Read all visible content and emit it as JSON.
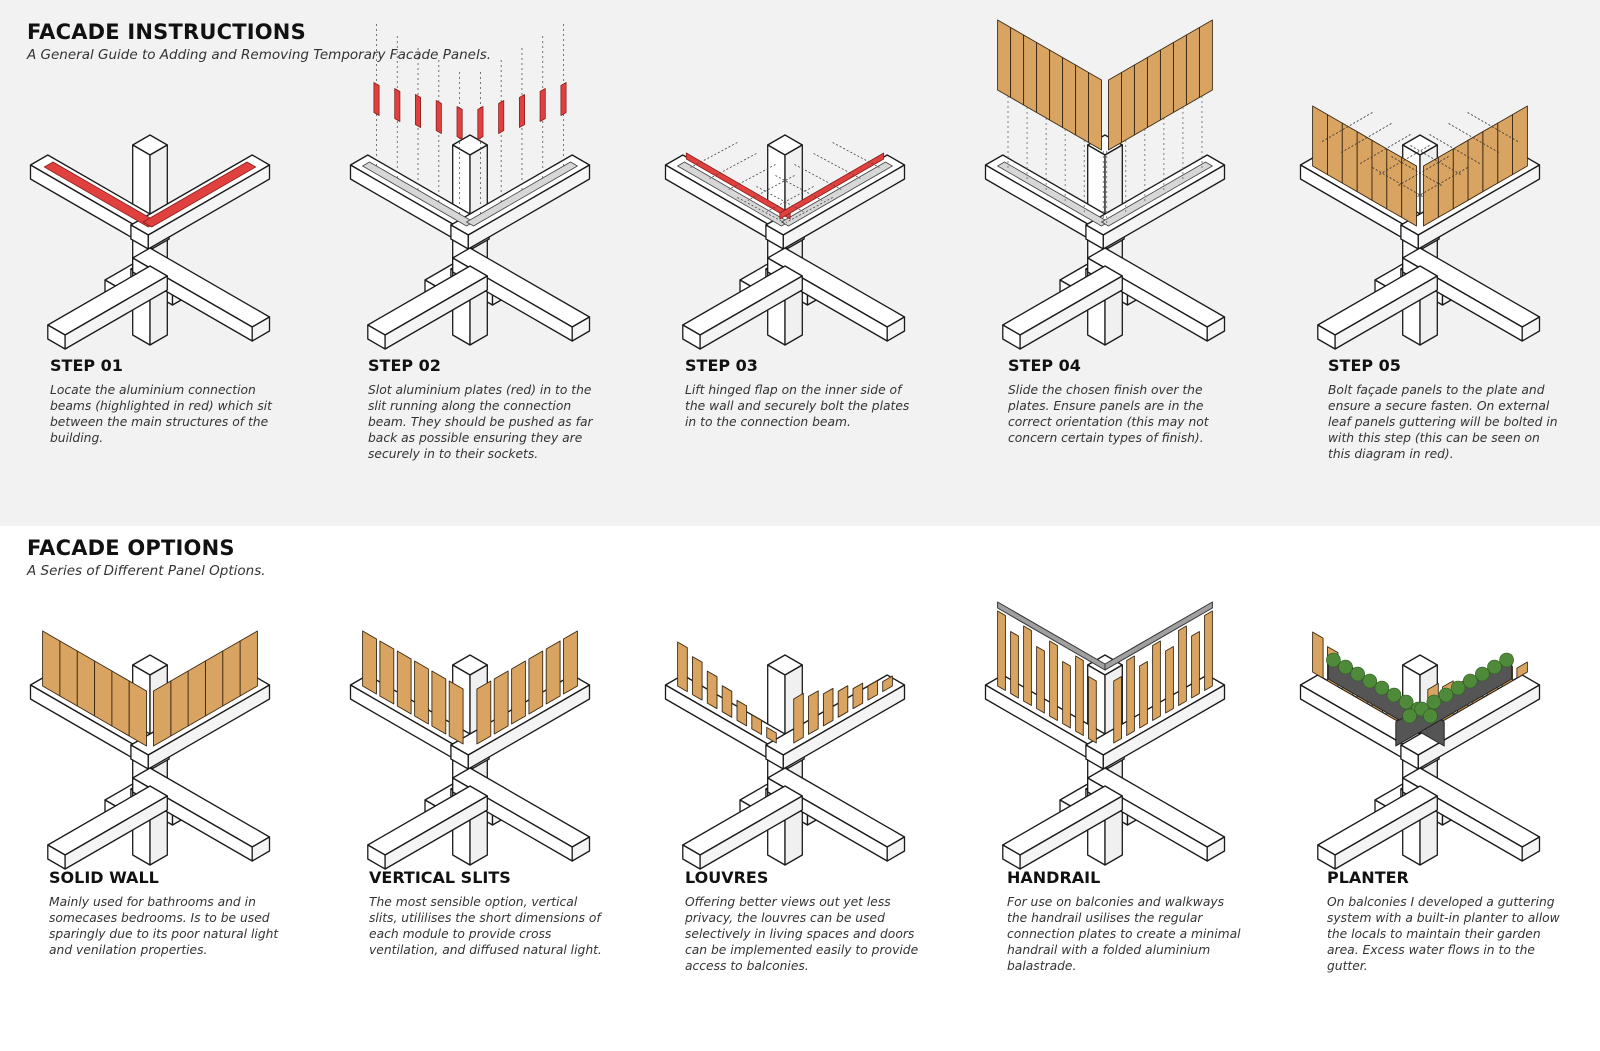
{
  "instructions": {
    "title": "FACADE INSTRUCTIONS",
    "subtitle": "A General Guide to Adding and Removing Temporary Facade Panels.",
    "steps": [
      {
        "title": "STEP 01",
        "text": "Locate the aluminium connection beams (highlighted in red) which sit between the main structures of the building."
      },
      {
        "title": "STEP 02",
        "text": "Slot aluminium plates (red) in to the slit running along the connection beam. They should be pushed as far back as possible ensuring they are securely in to their sockets."
      },
      {
        "title": "STEP 03",
        "text": "Lift hinged flap on the inner side of the wall and securely bolt the plates in to the connection beam."
      },
      {
        "title": "STEP 04",
        "text": "Slide the chosen finish over the plates. Ensure panels are in the correct orientation (this may not concern certain types of finish)."
      },
      {
        "title": "STEP 05",
        "text": "Bolt façade panels to the plate and ensure a secure fasten. On external leaf panels guttering will be bolted in with this step (this can be seen on this diagram in red)."
      }
    ]
  },
  "options": {
    "title": "FACADE OPTIONS",
    "subtitle": "A Series of Different Panel Options.",
    "items": [
      {
        "title": "SOLID WALL",
        "text": "Mainly used for bathrooms and in somecases bedrooms. Is to be used sparingly due to its poor natural light and venilation properties."
      },
      {
        "title": "VERTICAL SLITS",
        "text": "The most sensible option, vertical slits, utililises the short dimensions of each module to provide cross ventilation, and diffused natural light."
      },
      {
        "title": "LOUVRES",
        "text": "Offering better views out yet less privacy, the louvres can be used selectively in living spaces and doors can be implemented easily to provide access to balconies."
      },
      {
        "title": "HANDRAIL",
        "text": "For use on balconies and walkways the handrail usilises the regular connection plates to create a minimal handrail with a folded aluminium balastrade."
      },
      {
        "title": "PLANTER",
        "text": "On balconies I developed a guttering system with a built-in planter to allow the locals to maintain their garden area. Excess water flows in to the gutter."
      }
    ]
  },
  "colors": {
    "highlight_red": "#e0413f",
    "timber": "#d9a461",
    "timber_dark": "#a8763a",
    "planter_grey": "#555555",
    "foliage": "#4f8a3a"
  },
  "icons": [
    "structural-joint-icon",
    "connection-beam-icon",
    "facade-panel-icon",
    "planter-icon"
  ]
}
